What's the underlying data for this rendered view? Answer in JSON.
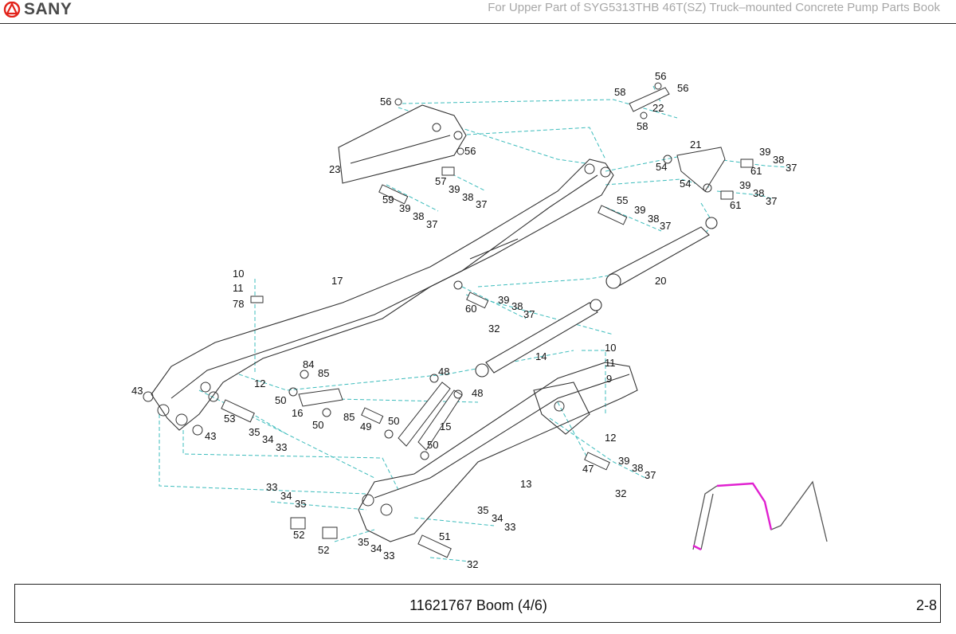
{
  "header": {
    "brand": "SANY",
    "document_title": "For Upper Part of SYG5313THB 46T(SZ) Truck–mounted Concrete Pump Parts Book"
  },
  "footer": {
    "title": "11621767 Boom (4/6)",
    "page_number": "2-8"
  },
  "callouts": [
    {
      "id": "c56a",
      "text": "56"
    },
    {
      "id": "c58a",
      "text": "58"
    },
    {
      "id": "c56b",
      "text": "56"
    },
    {
      "id": "c22",
      "text": "22"
    },
    {
      "id": "c58b",
      "text": "58"
    },
    {
      "id": "c56c",
      "text": "56"
    },
    {
      "id": "c56d",
      "text": "56"
    },
    {
      "id": "c21",
      "text": "21"
    },
    {
      "id": "c39a",
      "text": "39"
    },
    {
      "id": "c38a",
      "text": "38"
    },
    {
      "id": "c61a",
      "text": "61"
    },
    {
      "id": "c37a",
      "text": "37"
    },
    {
      "id": "c54a",
      "text": "54"
    },
    {
      "id": "c54b",
      "text": "54"
    },
    {
      "id": "c39b",
      "text": "39"
    },
    {
      "id": "c38b",
      "text": "38"
    },
    {
      "id": "c61b",
      "text": "61"
    },
    {
      "id": "c37b",
      "text": "37"
    },
    {
      "id": "c23",
      "text": "23"
    },
    {
      "id": "c57",
      "text": "57"
    },
    {
      "id": "c39c",
      "text": "39"
    },
    {
      "id": "c38c",
      "text": "38"
    },
    {
      "id": "c37c",
      "text": "37"
    },
    {
      "id": "c59",
      "text": "59"
    },
    {
      "id": "c39d",
      "text": "39"
    },
    {
      "id": "c38d",
      "text": "38"
    },
    {
      "id": "c37d",
      "text": "37"
    },
    {
      "id": "c55",
      "text": "55"
    },
    {
      "id": "c39e",
      "text": "39"
    },
    {
      "id": "c38e",
      "text": "38"
    },
    {
      "id": "c37e",
      "text": "37"
    },
    {
      "id": "c10a",
      "text": "10"
    },
    {
      "id": "c11a",
      "text": "11"
    },
    {
      "id": "c78",
      "text": "78"
    },
    {
      "id": "c17",
      "text": "17"
    },
    {
      "id": "c20",
      "text": "20"
    },
    {
      "id": "c60",
      "text": "60"
    },
    {
      "id": "c39f",
      "text": "39"
    },
    {
      "id": "c38f",
      "text": "38"
    },
    {
      "id": "c37f",
      "text": "37"
    },
    {
      "id": "c32a",
      "text": "32"
    },
    {
      "id": "c14",
      "text": "14"
    },
    {
      "id": "c10b",
      "text": "10"
    },
    {
      "id": "c11b",
      "text": "11"
    },
    {
      "id": "c9",
      "text": "9"
    },
    {
      "id": "c84",
      "text": "84"
    },
    {
      "id": "c85a",
      "text": "85"
    },
    {
      "id": "c12a",
      "text": "12"
    },
    {
      "id": "c48a",
      "text": "48"
    },
    {
      "id": "c48b",
      "text": "48"
    },
    {
      "id": "c43a",
      "text": "43"
    },
    {
      "id": "c50a",
      "text": "50"
    },
    {
      "id": "c16",
      "text": "16"
    },
    {
      "id": "c85b",
      "text": "85"
    },
    {
      "id": "c50b",
      "text": "50"
    },
    {
      "id": "c49",
      "text": "49"
    },
    {
      "id": "c50c",
      "text": "50"
    },
    {
      "id": "c15",
      "text": "15"
    },
    {
      "id": "c53",
      "text": "53"
    },
    {
      "id": "c35a",
      "text": "35"
    },
    {
      "id": "c34a",
      "text": "34"
    },
    {
      "id": "c33a",
      "text": "33"
    },
    {
      "id": "c43b",
      "text": "43"
    },
    {
      "id": "c50d",
      "text": "50"
    },
    {
      "id": "c12b",
      "text": "12"
    },
    {
      "id": "c47",
      "text": "47"
    },
    {
      "id": "c39g",
      "text": "39"
    },
    {
      "id": "c38g",
      "text": "38"
    },
    {
      "id": "c37g",
      "text": "37"
    },
    {
      "id": "c32b",
      "text": "32"
    },
    {
      "id": "c13",
      "text": "13"
    },
    {
      "id": "c33b",
      "text": "33"
    },
    {
      "id": "c34b",
      "text": "34"
    },
    {
      "id": "c35b",
      "text": "35"
    },
    {
      "id": "c52a",
      "text": "52"
    },
    {
      "id": "c52b",
      "text": "52"
    },
    {
      "id": "c35c",
      "text": "35"
    },
    {
      "id": "c34c",
      "text": "34"
    },
    {
      "id": "c33c",
      "text": "33"
    },
    {
      "id": "c35d",
      "text": "35"
    },
    {
      "id": "c34d",
      "text": "34"
    },
    {
      "id": "c33d",
      "text": "33"
    },
    {
      "id": "c51",
      "text": "51"
    },
    {
      "id": "c32c",
      "text": "32"
    }
  ],
  "colors": {
    "leader_lines": "#3cbcbc",
    "outline": "#333333",
    "logo_red": "#e2231a",
    "highlight": "#e020d0"
  }
}
